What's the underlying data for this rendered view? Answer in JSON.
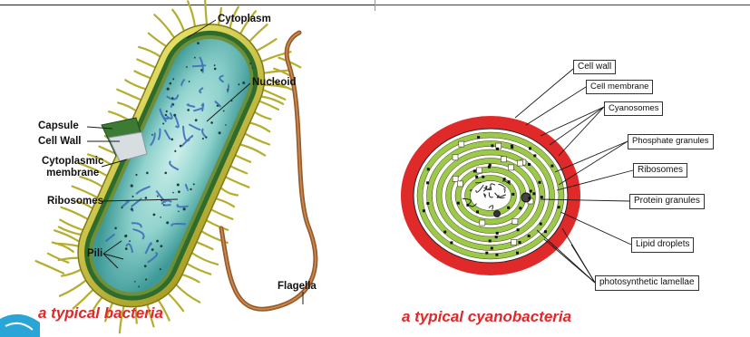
{
  "left_panel": {
    "caption": "a typical bacteria",
    "labels": {
      "cytoplasm": "Cytoplasm",
      "nucleoid": "Nucleoid",
      "capsule": "Capsule",
      "cell_wall": "Cell Wall",
      "cytoplasmic_membrane": "Cytoplasmic\nmembrane",
      "ribosomes": "Ribosomes",
      "pili": "Pili",
      "flagella": "Flagella"
    }
  },
  "right_panel": {
    "caption": "a typical cyanobacteria",
    "labels": {
      "cell_wall": "Cell wall",
      "cell_membrane": "Cell membrane",
      "cyanosomes": "Cyanosomes",
      "phosphate_granules": "Phosphate granules",
      "ribosomes": "Ribosomes",
      "protein_granules": "Protein granules",
      "lipid_droplets": "Lipid droplets",
      "photosynthetic_lamellae": "photosynthetic lamellae"
    }
  },
  "colors": {
    "caption_red": "#e0282a",
    "cell_wall_red": "#e02a2a",
    "lamellae_green": "#9cc94a",
    "bacteria_body": "#7fc7c4",
    "capsule_yellow": "#c9c33a",
    "nucleoid_blue": "#3d6fb8",
    "flagella_brown": "#9a5a2a"
  }
}
